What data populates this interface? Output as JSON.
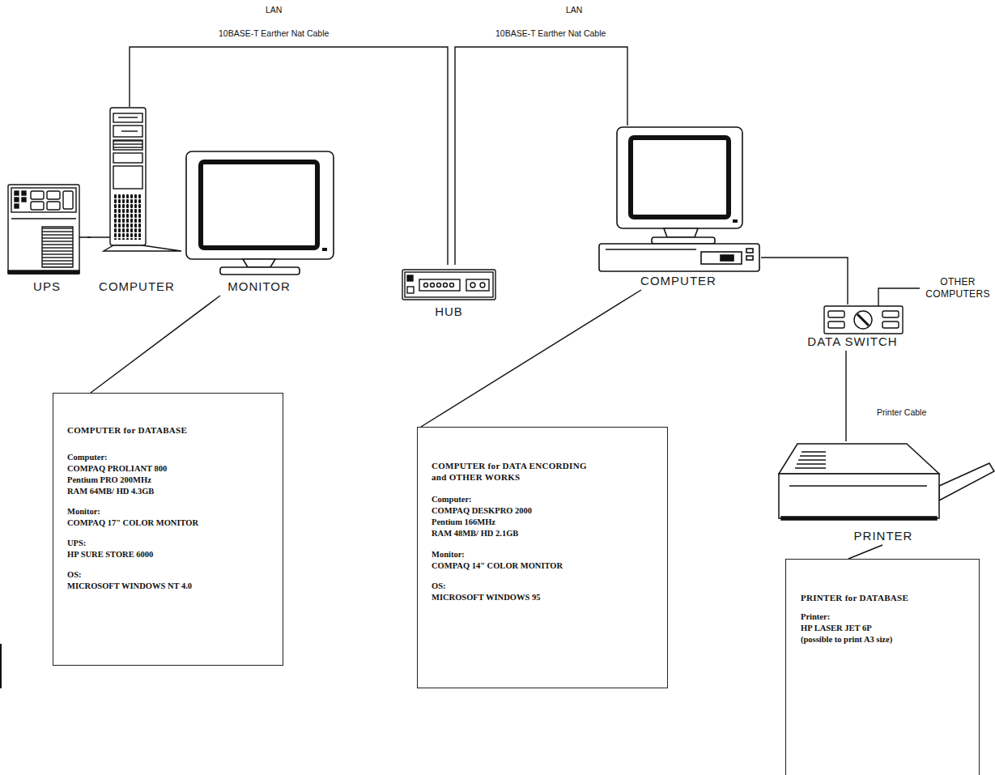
{
  "diagram": {
    "nodes": [
      {
        "text": [
          "UPS"
        ]
      },
      {
        "text": [
          "COMPUTER"
        ]
      },
      {
        "text": [
          "MONITOR"
        ]
      },
      {
        "text": [
          "HUB"
        ]
      },
      {
        "text": [
          "COMPUTER"
        ]
      },
      {
        "text": [
          "DATA SWITCH"
        ]
      },
      {
        "text": [
          "PRINTER"
        ]
      },
      {
        "text": [
          "COMPUTER for DATABASE",
          "Computer:",
          "COMPAQ PROLIANT 800",
          "Pentium PRO 200MHz",
          "RAM 64MB/ HD 4.3GB",
          "Monitor:",
          "COMPAQ 17\" COLOR MONITOR",
          "UPS:",
          "HP SURE STORE 6000",
          "OS:",
          "MICROSOFT WINDOWS NT 4.0"
        ]
      },
      {
        "text": [
          "COMPUTER for DATA ENCORDING and OTHER WORKS",
          "Computer:",
          "COMPAQ DESKPRO 2000",
          "Pentium 166MHz",
          "RAM 48MB/ HD 2.1GB",
          "Monitor:",
          "COMPAQ 14\" COLOR MONITOR",
          "OS:",
          "MICROSOFT WINDOWS 95"
        ]
      },
      {
        "text": [
          "PRINTER for DATABASE",
          "Printer:",
          "HP LASER JET 6P",
          "(possible to print A3 size)"
        ]
      }
    ],
    "edges": [
      {
        "from": 0,
        "to": 1,
        "arrow": "none"
      },
      {
        "from": 1,
        "to": 3,
        "label": "10BASE-T Earther Nat Cable",
        "arrow": "none"
      },
      {
        "from": 3,
        "to": 4,
        "label": "10BASE-T Earther Nat Cable",
        "arrow": "none"
      },
      {
        "from": 4,
        "to": 5,
        "arrow": "none"
      },
      {
        "from": 5,
        "to": 6,
        "label": "Printer Cable",
        "arrow": "none"
      },
      {
        "from": 2,
        "to": 7,
        "arrow": "none"
      },
      {
        "from": 4,
        "to": 8,
        "arrow": "none"
      },
      {
        "from": 6,
        "to": 9,
        "arrow": "none"
      }
    ],
    "labels": [
      "LAN",
      "LAN",
      "OTHER COMPUTERS"
    ]
  }
}
